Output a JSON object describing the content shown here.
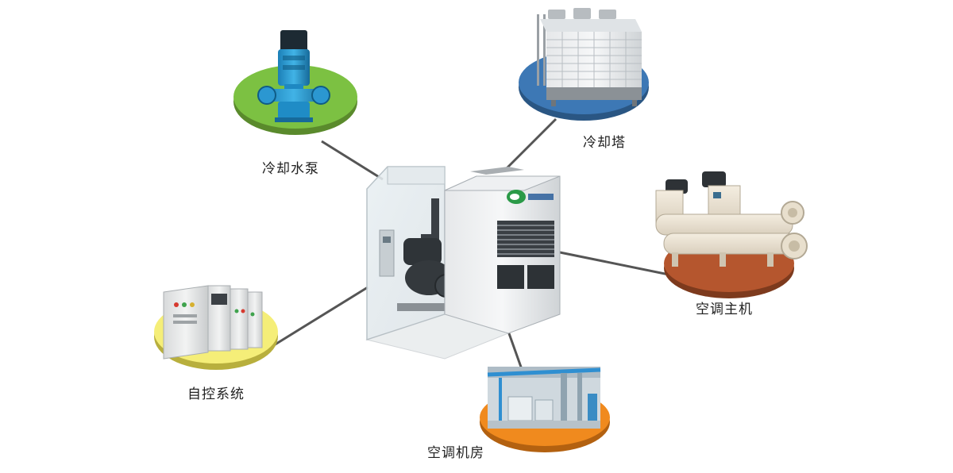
{
  "labels": {
    "pump": "冷却水泵",
    "tower": "冷却塔",
    "chiller": "空调主机",
    "control": "自控系统",
    "room": "空调机房"
  },
  "colors": {
    "pump_disc": "#7cc142",
    "tower_disc": "#3d78b5",
    "chiller_disc": "#b5562e",
    "control_disc": "#f5ee78",
    "room_disc": "#f08a1e",
    "connector": "#555555"
  }
}
